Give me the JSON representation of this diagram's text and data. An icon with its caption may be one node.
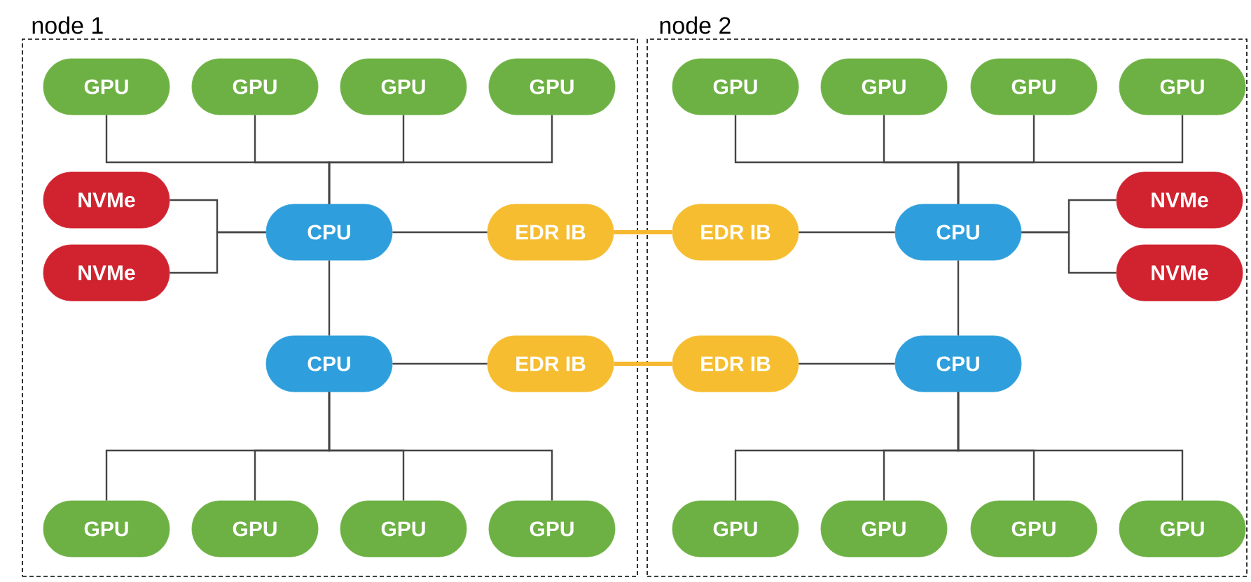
{
  "diagram": {
    "nodes": [
      {
        "text": [
          "node 1"
        ]
      },
      {
        "text": [
          "node 2"
        ]
      },
      {
        "text": [
          "GPU"
        ],
        "in": 0
      },
      {
        "text": [
          "GPU"
        ],
        "in": 0
      },
      {
        "text": [
          "GPU"
        ],
        "in": 0
      },
      {
        "text": [
          "GPU"
        ],
        "in": 0
      },
      {
        "text": [
          "NVMe"
        ],
        "in": 0
      },
      {
        "text": [
          "NVMe"
        ],
        "in": 0
      },
      {
        "text": [
          "CPU"
        ],
        "in": 0
      },
      {
        "text": [
          "EDR IB"
        ],
        "in": 0
      },
      {
        "text": [
          "CPU"
        ],
        "in": 0
      },
      {
        "text": [
          "EDR IB"
        ],
        "in": 0
      },
      {
        "text": [
          "GPU"
        ],
        "in": 0
      },
      {
        "text": [
          "GPU"
        ],
        "in": 0
      },
      {
        "text": [
          "GPU"
        ],
        "in": 0
      },
      {
        "text": [
          "GPU"
        ],
        "in": 0
      },
      {
        "text": [
          "GPU"
        ],
        "in": 1
      },
      {
        "text": [
          "GPU"
        ],
        "in": 1
      },
      {
        "text": [
          "GPU"
        ],
        "in": 1
      },
      {
        "text": [
          "GPU"
        ],
        "in": 1
      },
      {
        "text": [
          "EDR IB"
        ],
        "in": 1
      },
      {
        "text": [
          "CPU"
        ],
        "in": 1
      },
      {
        "text": [
          "NVMe"
        ],
        "in": 1
      },
      {
        "text": [
          "NVMe"
        ],
        "in": 1
      },
      {
        "text": [
          "EDR IB"
        ],
        "in": 1
      },
      {
        "text": [
          "CPU"
        ],
        "in": 1
      },
      {
        "text": [
          "GPU"
        ],
        "in": 1
      },
      {
        "text": [
          "GPU"
        ],
        "in": 1
      },
      {
        "text": [
          "GPU"
        ],
        "in": 1
      },
      {
        "text": [
          "GPU"
        ],
        "in": 1
      }
    ],
    "edges": [
      {
        "from": 2,
        "to": 8,
        "arrow": "none"
      },
      {
        "from": 3,
        "to": 8,
        "arrow": "none"
      },
      {
        "from": 4,
        "to": 8,
        "arrow": "none"
      },
      {
        "from": 5,
        "to": 8,
        "arrow": "none"
      },
      {
        "from": 6,
        "to": 8,
        "arrow": "none"
      },
      {
        "from": 7,
        "to": 8,
        "arrow": "none"
      },
      {
        "from": 8,
        "to": 9,
        "arrow": "none"
      },
      {
        "from": 8,
        "to": 10,
        "arrow": "none"
      },
      {
        "from": 10,
        "to": 11,
        "arrow": "none"
      },
      {
        "from": 10,
        "to": 12,
        "arrow": "none"
      },
      {
        "from": 10,
        "to": 13,
        "arrow": "none"
      },
      {
        "from": 10,
        "to": 14,
        "arrow": "none"
      },
      {
        "from": 10,
        "to": 15,
        "arrow": "none"
      },
      {
        "from": 9,
        "to": 20,
        "arrow": "none",
        "style": "thick",
        "color": "#f5b82e"
      },
      {
        "from": 11,
        "to": 24,
        "arrow": "none",
        "style": "thick",
        "color": "#f5b82e"
      },
      {
        "from": 16,
        "to": 21,
        "arrow": "none"
      },
      {
        "from": 17,
        "to": 21,
        "arrow": "none"
      },
      {
        "from": 18,
        "to": 21,
        "arrow": "none"
      },
      {
        "from": 19,
        "to": 21,
        "arrow": "none"
      },
      {
        "from": 20,
        "to": 21,
        "arrow": "none"
      },
      {
        "from": 22,
        "to": 21,
        "arrow": "none"
      },
      {
        "from": 23,
        "to": 21,
        "arrow": "none"
      },
      {
        "from": 21,
        "to": 25,
        "arrow": "none"
      },
      {
        "from": 24,
        "to": 25,
        "arrow": "none"
      },
      {
        "from": 25,
        "to": 26,
        "arrow": "none"
      },
      {
        "from": 25,
        "to": 27,
        "arrow": "none"
      },
      {
        "from": 25,
        "to": 28,
        "arrow": "none"
      },
      {
        "from": 25,
        "to": 29,
        "arrow": "none"
      }
    ]
  }
}
